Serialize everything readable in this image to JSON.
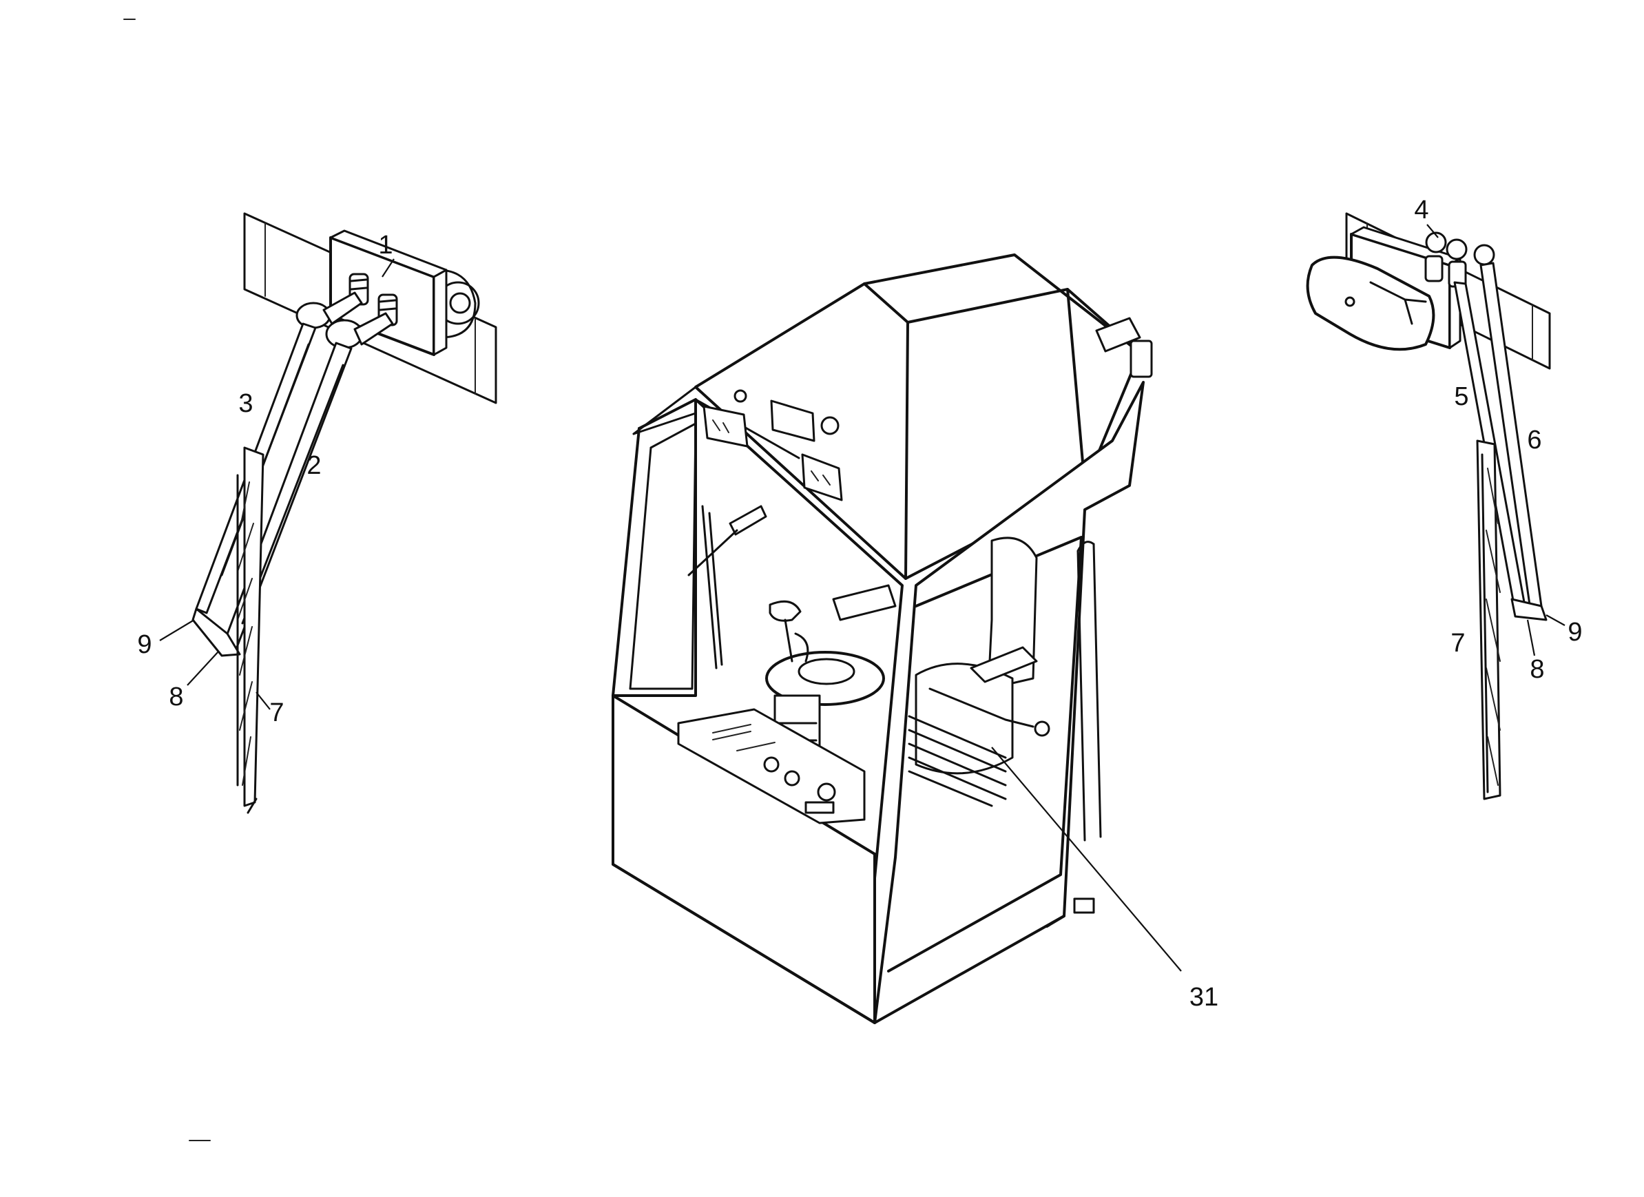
{
  "callouts": {
    "left_motor": "1",
    "left_arm_2": "2",
    "left_arm_3": "3",
    "left_blade": "7",
    "left_joint_8": "8",
    "left_joint_9": "9",
    "right_motor": "4",
    "right_arm_5": "5",
    "right_arm_6": "6",
    "right_blade": "7",
    "right_joint_8": "8",
    "right_joint_9": "9",
    "cab_seat": "31"
  }
}
